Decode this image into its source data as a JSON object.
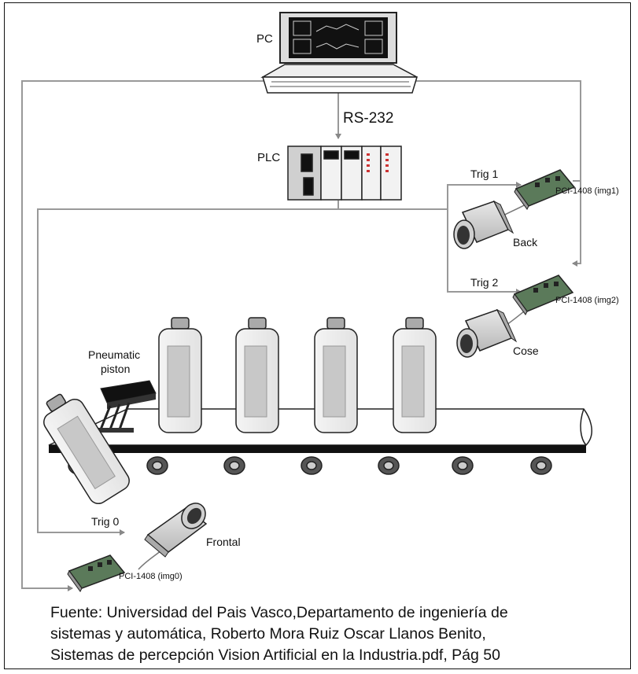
{
  "labels": {
    "pc": "PC",
    "rs232": "RS-232",
    "plc": "PLC",
    "trig1": "Trig 1",
    "trig2": "Trig 2",
    "trig0": "Trig 0",
    "board1": "PCI-1408 (img1)",
    "board2": "PCI-1408 (img2)",
    "board0": "PCI-1408 (img0)",
    "camera_back": "Back",
    "camera_cose": "Cose",
    "camera_frontal": "Frontal",
    "piston_line1": "Pneumatic",
    "piston_line2": "piston"
  },
  "caption": {
    "line1": "Fuente: Universidad del Pais Vasco,Departamento de ingeniería de",
    "line2": "sistemas y automática, Roberto Mora Ruiz Oscar Llanos Benito,",
    "line3": "Sistemas de percepción Vision Artificial en la Industria.pdf, Pág 50"
  }
}
